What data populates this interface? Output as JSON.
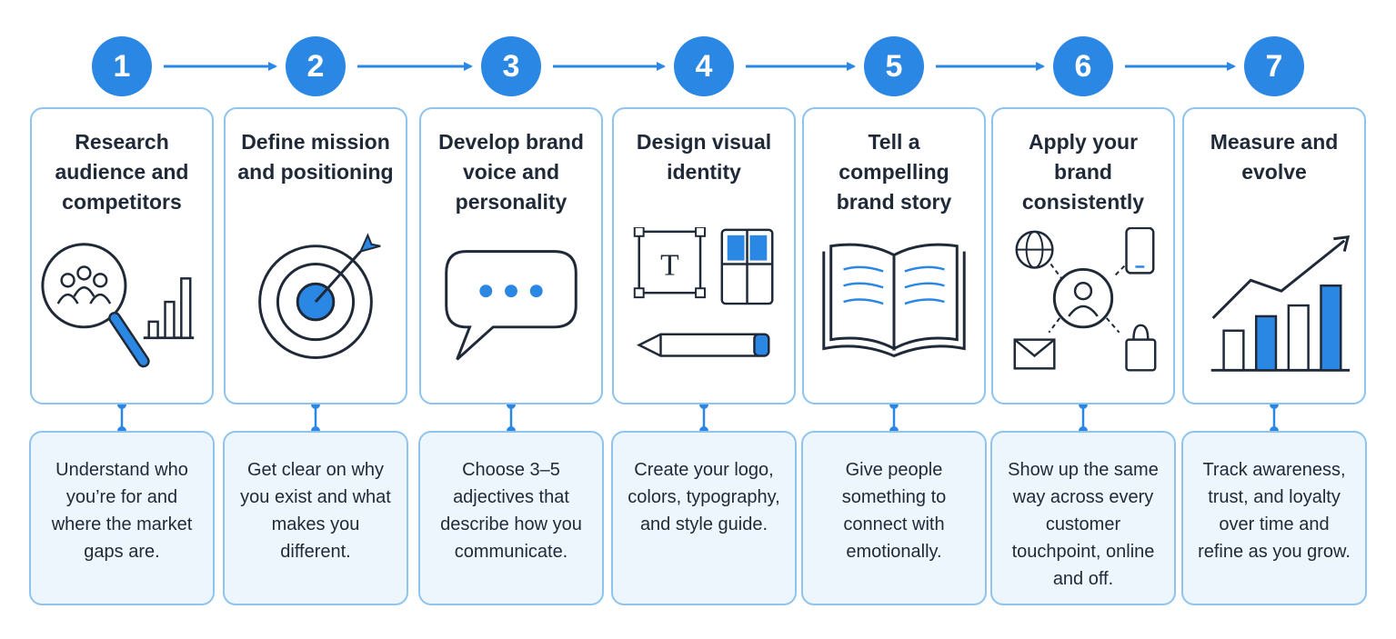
{
  "colors": {
    "accent": "#2b87e4",
    "border": "#8ec4ef",
    "card_bg": "#ffffff",
    "desc_bg": "#eef6fd",
    "text": "#1f2937",
    "icon_stroke": "#1f2937"
  },
  "steps": [
    {
      "number": "1",
      "title": "Research audience and competitors",
      "icon": "audience-search-icon",
      "description": "Understand who you’re for and where the market gaps are."
    },
    {
      "number": "2",
      "title": "Define mission and positioning",
      "icon": "target-icon",
      "description": "Get clear on why you exist and what makes you different."
    },
    {
      "number": "3",
      "title": "Develop brand voice and personality",
      "icon": "speech-bubble-icon",
      "description": "Choose 3–5 adjectives that describe how you communicate."
    },
    {
      "number": "4",
      "title": "Design visual identity",
      "icon": "design-tools-icon",
      "description": "Create your logo, colors, typography, and style guide."
    },
    {
      "number": "5",
      "title": "Tell a compelling brand story",
      "icon": "open-book-icon",
      "description": "Give people something to connect with emotionally."
    },
    {
      "number": "6",
      "title": "Apply your brand consistently",
      "icon": "touchpoints-icon",
      "description": "Show up the same way across every customer touchpoint, online and off."
    },
    {
      "number": "7",
      "title": "Measure and evolve",
      "icon": "growth-chart-icon",
      "description": "Track awareness, trust, and loyalty over time and refine as you grow."
    }
  ]
}
